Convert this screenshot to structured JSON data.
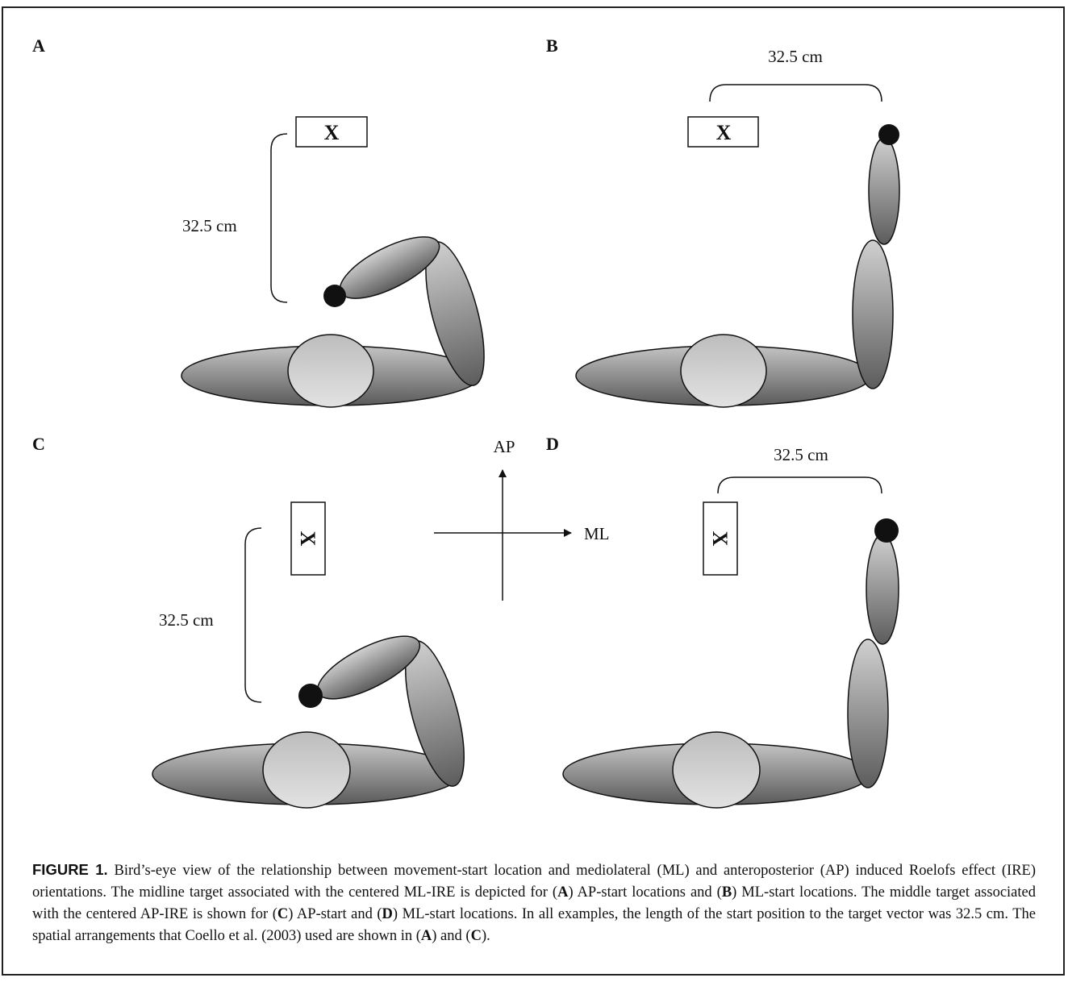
{
  "panels": {
    "a": {
      "letter": "A",
      "distance": "32.5 cm",
      "target": "X"
    },
    "b": {
      "letter": "B",
      "distance": "32.5 cm",
      "target": "X"
    },
    "c": {
      "letter": "C",
      "distance": "32.5 cm",
      "target": "X"
    },
    "d": {
      "letter": "D",
      "distance": "32.5 cm",
      "target": "X"
    }
  },
  "axes": {
    "vertical": "AP",
    "horizontal": "ML"
  },
  "caption": {
    "label": "FIGURE 1.",
    "s1": " Bird’s-eye view of the relationship between movement-start location and mediolateral (ML) and anteroposterior (AP) induced Roelofs effect (IRE) orientations. The midline target associated with the centered ML-IRE is depicted for (",
    "A": "A",
    "s2": ") AP-start locations and (",
    "B": "B",
    "s3": ") ML-start locations. The middle target associated with the centered AP-IRE is shown for (",
    "C": "C",
    "s4": ") AP-start and (",
    "D": "D",
    "s5": ") ML-start locations. In all examples, the length of the start position to the target vector was 32.5 cm. The spatial arrangements that Coello et al. (2003) used are shown in (",
    "A2": "A",
    "s6": ") and (",
    "C2": "C",
    "s7": ")."
  }
}
